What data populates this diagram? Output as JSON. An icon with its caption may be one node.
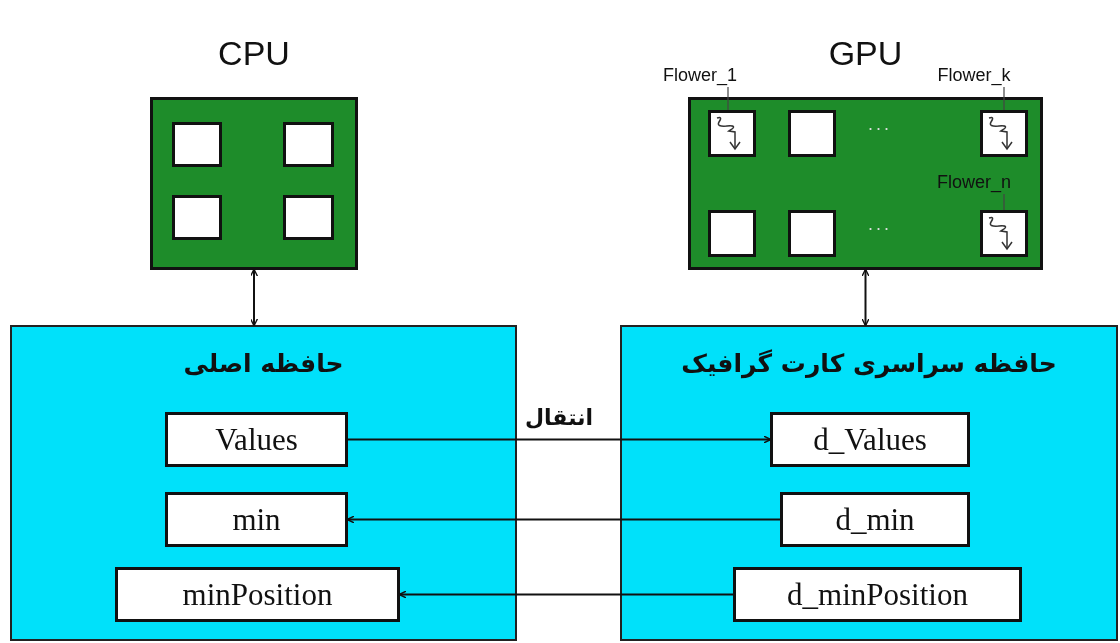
{
  "diagram": {
    "nodes": [
      {
        "text": [
          "CPU"
        ]
      },
      {
        "text": [],
        "shape": "box",
        "in": 0
      },
      {
        "text": [],
        "shape": "box",
        "in": 0
      },
      {
        "text": [],
        "shape": "box",
        "in": 0
      },
      {
        "text": [],
        "shape": "box",
        "in": 0
      },
      {
        "text": [
          "GPU"
        ]
      },
      {
        "text": [],
        "shape": "box",
        "in": 5
      },
      {
        "text": [],
        "shape": "box",
        "in": 5
      },
      {
        "text": [],
        "shape": "box",
        "in": 5
      },
      {
        "text": [],
        "shape": "box",
        "in": 5
      },
      {
        "text": [],
        "shape": "box",
        "in": 5
      },
      {
        "text": [],
        "shape": "box",
        "in": 5
      },
      {
        "text": [
          "Flower_1"
        ]
      },
      {
        "text": [
          "Flower_k"
        ]
      },
      {
        "text": [
          "Flower_n"
        ],
        "in": 5
      },
      {
        "text": [
          "حافظه اصلی"
        ]
      },
      {
        "text": [
          "Values"
        ],
        "in": 15
      },
      {
        "text": [
          "min"
        ],
        "in": 15
      },
      {
        "text": [
          "minPosition"
        ],
        "in": 15
      },
      {
        "text": [
          "حافظه سراسری کارت گرافیک"
        ]
      },
      {
        "text": [
          "d_Values"
        ],
        "in": 19
      },
      {
        "text": [
          "d_min"
        ],
        "in": 19
      },
      {
        "text": [
          "d_minPosition"
        ],
        "in": 19
      }
    ],
    "edges": [
      {
        "from": 0,
        "to": 15,
        "arrow": "both"
      },
      {
        "from": 5,
        "to": 19,
        "arrow": "both"
      },
      {
        "from": 16,
        "to": 20,
        "arrow": "to",
        "label": "انتقال"
      },
      {
        "from": 21,
        "to": 17,
        "arrow": "to"
      },
      {
        "from": 22,
        "to": 18,
        "arrow": "to"
      },
      {
        "from": 12,
        "to": 6,
        "arrow": "none"
      },
      {
        "from": 13,
        "to": 8,
        "arrow": "none"
      },
      {
        "from": 14,
        "to": 11,
        "arrow": "none"
      }
    ],
    "labels": [
      "...",
      "..."
    ]
  }
}
